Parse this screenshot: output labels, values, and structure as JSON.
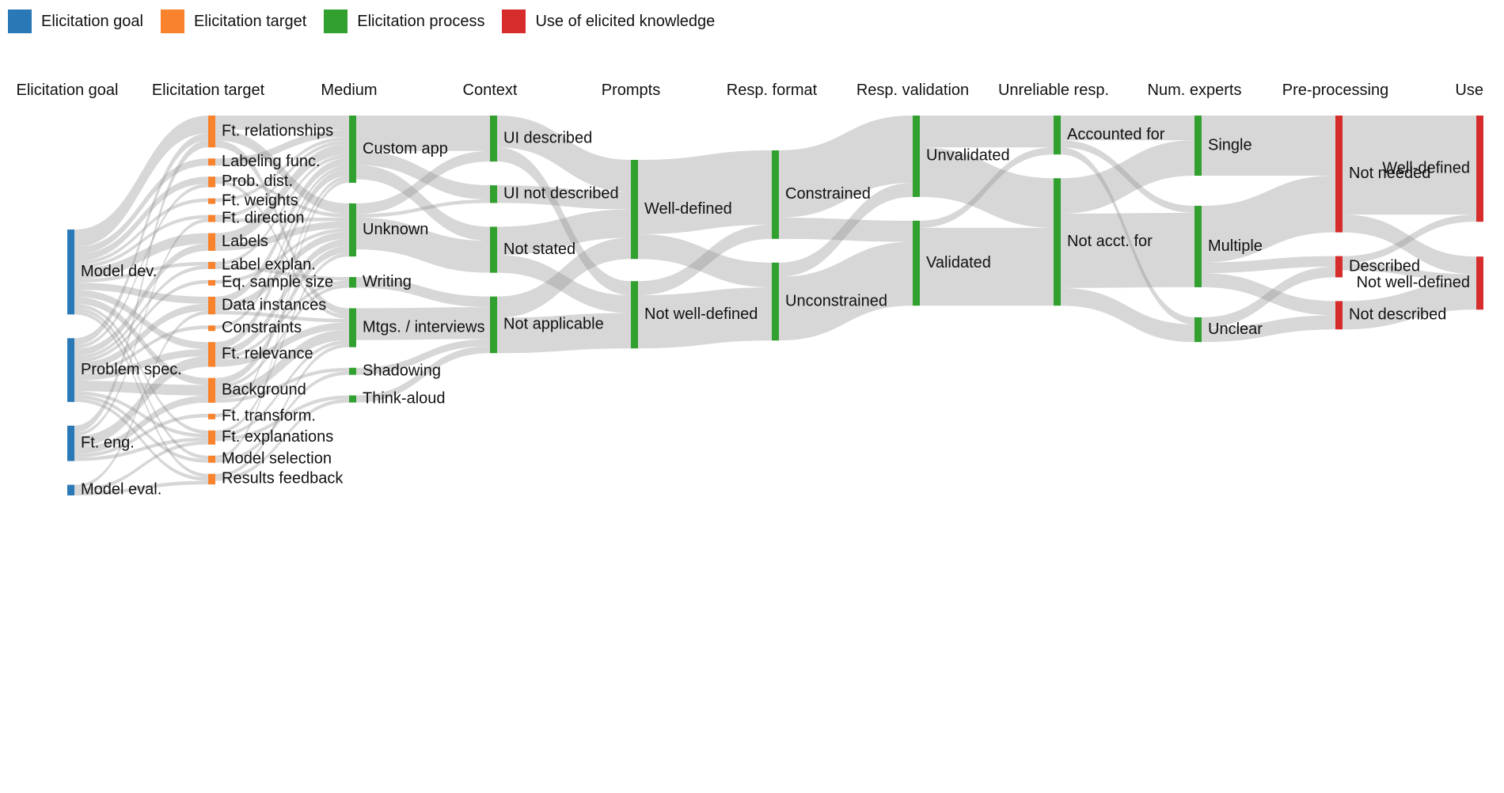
{
  "legend": [
    {
      "label": "Elicitation goal",
      "color": "#2a78b5"
    },
    {
      "label": "Elicitation target",
      "color": "#f9822d"
    },
    {
      "label": "Elicitation process",
      "color": "#31a02f"
    },
    {
      "label": "Use of elicited knowledge",
      "color": "#d62c2c"
    }
  ],
  "colors": {
    "link": "#8c8c8c"
  },
  "columns": [
    {
      "header": "Elicitation goal",
      "category": 0,
      "nodes": [
        {
          "id": "g1",
          "label": "Model dev."
        },
        {
          "id": "g2",
          "label": "Problem spec."
        },
        {
          "id": "g3",
          "label": "Ft. eng."
        },
        {
          "id": "g4",
          "label": "Model eval."
        }
      ]
    },
    {
      "header": "Elicitation target",
      "category": 1,
      "nodes": [
        {
          "id": "t1",
          "label": "Ft. relationships"
        },
        {
          "id": "t2",
          "label": "Labeling func."
        },
        {
          "id": "t3",
          "label": "Prob. dist."
        },
        {
          "id": "t4",
          "label": "Ft. weights"
        },
        {
          "id": "t5",
          "label": "Ft. direction"
        },
        {
          "id": "t6",
          "label": "Labels"
        },
        {
          "id": "t7",
          "label": "Label explan."
        },
        {
          "id": "t8",
          "label": "Eq. sample size"
        },
        {
          "id": "t9",
          "label": "Data instances"
        },
        {
          "id": "t10",
          "label": "Constraints"
        },
        {
          "id": "t11",
          "label": "Ft. relevance"
        },
        {
          "id": "t12",
          "label": "Background"
        },
        {
          "id": "t13",
          "label": "Ft. transform."
        },
        {
          "id": "t14",
          "label": "Ft. explanations"
        },
        {
          "id": "t15",
          "label": "Model selection"
        },
        {
          "id": "t16",
          "label": "Results feedback"
        }
      ]
    },
    {
      "header": "Medium",
      "category": 2,
      "nodes": [
        {
          "id": "m1",
          "label": "Custom app"
        },
        {
          "id": "m2",
          "label": "Unknown"
        },
        {
          "id": "m3",
          "label": "Writing"
        },
        {
          "id": "m4",
          "label": "Mtgs. / interviews"
        },
        {
          "id": "m5",
          "label": "Shadowing"
        },
        {
          "id": "m6",
          "label": "Think-aloud"
        }
      ]
    },
    {
      "header": "Context",
      "category": 2,
      "nodes": [
        {
          "id": "c1",
          "label": "UI described"
        },
        {
          "id": "c2",
          "label": "UI not described"
        },
        {
          "id": "c3",
          "label": "Not stated"
        },
        {
          "id": "c4",
          "label": "Not applicable"
        }
      ]
    },
    {
      "header": "Prompts",
      "category": 2,
      "nodes": [
        {
          "id": "p1",
          "label": "Well-defined"
        },
        {
          "id": "p2",
          "label": "Not well-defined"
        }
      ]
    },
    {
      "header": "Resp. format",
      "category": 2,
      "nodes": [
        {
          "id": "f1",
          "label": "Constrained"
        },
        {
          "id": "f2",
          "label": "Unconstrained"
        }
      ]
    },
    {
      "header": "Resp. validation",
      "category": 2,
      "nodes": [
        {
          "id": "v1",
          "label": "Unvalidated"
        },
        {
          "id": "v2",
          "label": "Validated"
        }
      ]
    },
    {
      "header": "Unreliable resp.",
      "category": 2,
      "nodes": [
        {
          "id": "u1",
          "label": "Accounted for"
        },
        {
          "id": "u2",
          "label": "Not acct. for"
        }
      ]
    },
    {
      "header": "Num. experts",
      "category": 2,
      "nodes": [
        {
          "id": "n1",
          "label": "Single"
        },
        {
          "id": "n2",
          "label": "Multiple"
        },
        {
          "id": "n3",
          "label": "Unclear"
        }
      ]
    },
    {
      "header": "Pre-processing",
      "category": 3,
      "nodes": [
        {
          "id": "r1",
          "label": "Not needed"
        },
        {
          "id": "r2",
          "label": "Described"
        },
        {
          "id": "r3",
          "label": "Not described"
        }
      ]
    },
    {
      "header": "Use",
      "category": 3,
      "nodes": [
        {
          "id": "w1",
          "label": "Well-defined"
        },
        {
          "id": "w2",
          "label": "Not well-defined"
        }
      ]
    }
  ],
  "links": [
    [
      "g1",
      "t1",
      2.5
    ],
    [
      "g1",
      "t2",
      1
    ],
    [
      "g1",
      "t3",
      1
    ],
    [
      "g1",
      "t4",
      0.5
    ],
    [
      "g1",
      "t5",
      0.5
    ],
    [
      "g1",
      "t6",
      1.5
    ],
    [
      "g1",
      "t7",
      0.5
    ],
    [
      "g1",
      "t9",
      1
    ],
    [
      "g1",
      "t11",
      1
    ],
    [
      "g1",
      "t12",
      1
    ],
    [
      "g1",
      "t14",
      0.5
    ],
    [
      "g1",
      "t15",
      0.5
    ],
    [
      "g1",
      "t16",
      0.5
    ],
    [
      "g2",
      "t1",
      1
    ],
    [
      "g2",
      "t3",
      0.5
    ],
    [
      "g2",
      "t6",
      1
    ],
    [
      "g2",
      "t7",
      0.5
    ],
    [
      "g2",
      "t8",
      0.5
    ],
    [
      "g2",
      "t9",
      1
    ],
    [
      "g2",
      "t10",
      0.5
    ],
    [
      "g2",
      "t11",
      1
    ],
    [
      "g2",
      "t12",
      1.5
    ],
    [
      "g2",
      "t14",
      0.5
    ],
    [
      "g2",
      "t15",
      0.5
    ],
    [
      "g2",
      "t16",
      0.5
    ],
    [
      "g3",
      "t1",
      1
    ],
    [
      "g3",
      "t5",
      0.5
    ],
    [
      "g3",
      "t11",
      1.5
    ],
    [
      "g3",
      "t12",
      1
    ],
    [
      "g3",
      "t13",
      0.5
    ],
    [
      "g3",
      "t14",
      0.5
    ],
    [
      "g4",
      "t9",
      0.5
    ],
    [
      "g4",
      "t14",
      0.5
    ],
    [
      "g4",
      "t16",
      0.5
    ],
    [
      "t1",
      "m1",
      2
    ],
    [
      "t1",
      "m2",
      1.5
    ],
    [
      "t1",
      "m4",
      1
    ],
    [
      "t2",
      "m1",
      1
    ],
    [
      "t3",
      "m2",
      0.5
    ],
    [
      "t3",
      "m4",
      0.5
    ],
    [
      "t4",
      "m1",
      0.5
    ],
    [
      "t5",
      "m1",
      0.5
    ],
    [
      "t5",
      "m2",
      0.5
    ],
    [
      "t6",
      "m1",
      1.5
    ],
    [
      "t6",
      "m2",
      1
    ],
    [
      "t7",
      "m1",
      0.5
    ],
    [
      "t7",
      "m3",
      0.5
    ],
    [
      "t8",
      "m2",
      0.5
    ],
    [
      "t9",
      "m1",
      1
    ],
    [
      "t9",
      "m2",
      1
    ],
    [
      "t9",
      "m4",
      0.5
    ],
    [
      "t10",
      "m1",
      0.5
    ],
    [
      "t11",
      "m1",
      1
    ],
    [
      "t11",
      "m2",
      1
    ],
    [
      "t11",
      "m4",
      1
    ],
    [
      "t11",
      "m3",
      0.5
    ],
    [
      "t12",
      "m2",
      1
    ],
    [
      "t12",
      "m4",
      1.5
    ],
    [
      "t12",
      "m5",
      0.5
    ],
    [
      "t12",
      "m3",
      0.5
    ],
    [
      "t13",
      "m1",
      0.5
    ],
    [
      "t14",
      "m2",
      0.5
    ],
    [
      "t14",
      "m4",
      0.5
    ],
    [
      "t14",
      "m6",
      0.5
    ],
    [
      "t15",
      "m1",
      0.5
    ],
    [
      "t15",
      "m5",
      0.5
    ],
    [
      "t16",
      "m4",
      0.5
    ],
    [
      "t16",
      "m6",
      0.5
    ],
    [
      "m1",
      "c1",
      5
    ],
    [
      "m1",
      "c2",
      2
    ],
    [
      "m1",
      "c3",
      2
    ],
    [
      "m2",
      "c1",
      1.5
    ],
    [
      "m2",
      "c3",
      4.5
    ],
    [
      "m2",
      "c2",
      0.5
    ],
    [
      "m3",
      "c4",
      1.5
    ],
    [
      "m4",
      "c4",
      4.5
    ],
    [
      "m5",
      "c4",
      1
    ],
    [
      "m6",
      "c4",
      1
    ],
    [
      "c1",
      "p1",
      4.5
    ],
    [
      "c1",
      "p2",
      2
    ],
    [
      "c2",
      "p1",
      2.5
    ],
    [
      "c3",
      "p1",
      4
    ],
    [
      "c3",
      "p2",
      2.5
    ],
    [
      "c4",
      "p1",
      3
    ],
    [
      "c4",
      "p2",
      5
    ],
    [
      "p1",
      "f1",
      10.5
    ],
    [
      "p1",
      "f2",
      3.5
    ],
    [
      "p2",
      "f1",
      2
    ],
    [
      "p2",
      "f2",
      7.5
    ],
    [
      "f1",
      "v1",
      9.5
    ],
    [
      "f1",
      "v2",
      3
    ],
    [
      "f2",
      "v1",
      2
    ],
    [
      "f2",
      "v2",
      9
    ],
    [
      "v1",
      "u1",
      4.5
    ],
    [
      "v1",
      "u2",
      7
    ],
    [
      "v2",
      "u1",
      1
    ],
    [
      "v2",
      "u2",
      11
    ],
    [
      "u1",
      "n1",
      3.5
    ],
    [
      "u1",
      "n2",
      1
    ],
    [
      "u1",
      "n3",
      1
    ],
    [
      "u2",
      "n1",
      5
    ],
    [
      "u2",
      "n2",
      10.5
    ],
    [
      "u2",
      "n3",
      2.5
    ],
    [
      "n1",
      "r1",
      8.5
    ],
    [
      "n2",
      "r1",
      8
    ],
    [
      "n2",
      "r2",
      1.5
    ],
    [
      "n2",
      "r3",
      2
    ],
    [
      "n3",
      "r3",
      2
    ],
    [
      "n3",
      "r2",
      1.5
    ],
    [
      "r1",
      "w1",
      14
    ],
    [
      "r1",
      "w2",
      2.5
    ],
    [
      "r2",
      "w1",
      1
    ],
    [
      "r2",
      "w2",
      1
    ],
    [
      "r3",
      "w2",
      4
    ]
  ]
}
